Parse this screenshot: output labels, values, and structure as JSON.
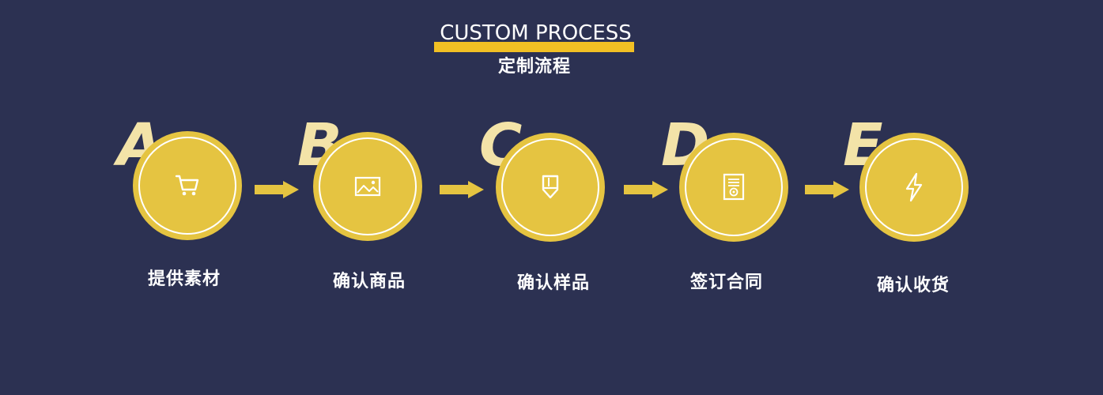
{
  "header": {
    "title_en": "CUSTOM PROCESS",
    "title_zh": "定制流程"
  },
  "colors": {
    "background": "#2c3152",
    "accent": "#f2c024",
    "circle": "#e5c441",
    "letter": "#f3e3a8"
  },
  "steps": [
    {
      "letter": "A",
      "label": "提供素材",
      "icon": "cart-icon"
    },
    {
      "letter": "B",
      "label": "确认商品",
      "icon": "image-icon"
    },
    {
      "letter": "C",
      "label": "确认样品",
      "icon": "sample-icon"
    },
    {
      "letter": "D",
      "label": "签订合同",
      "icon": "contract-icon"
    },
    {
      "letter": "E",
      "label": "确认收货",
      "icon": "lightning-icon"
    }
  ]
}
